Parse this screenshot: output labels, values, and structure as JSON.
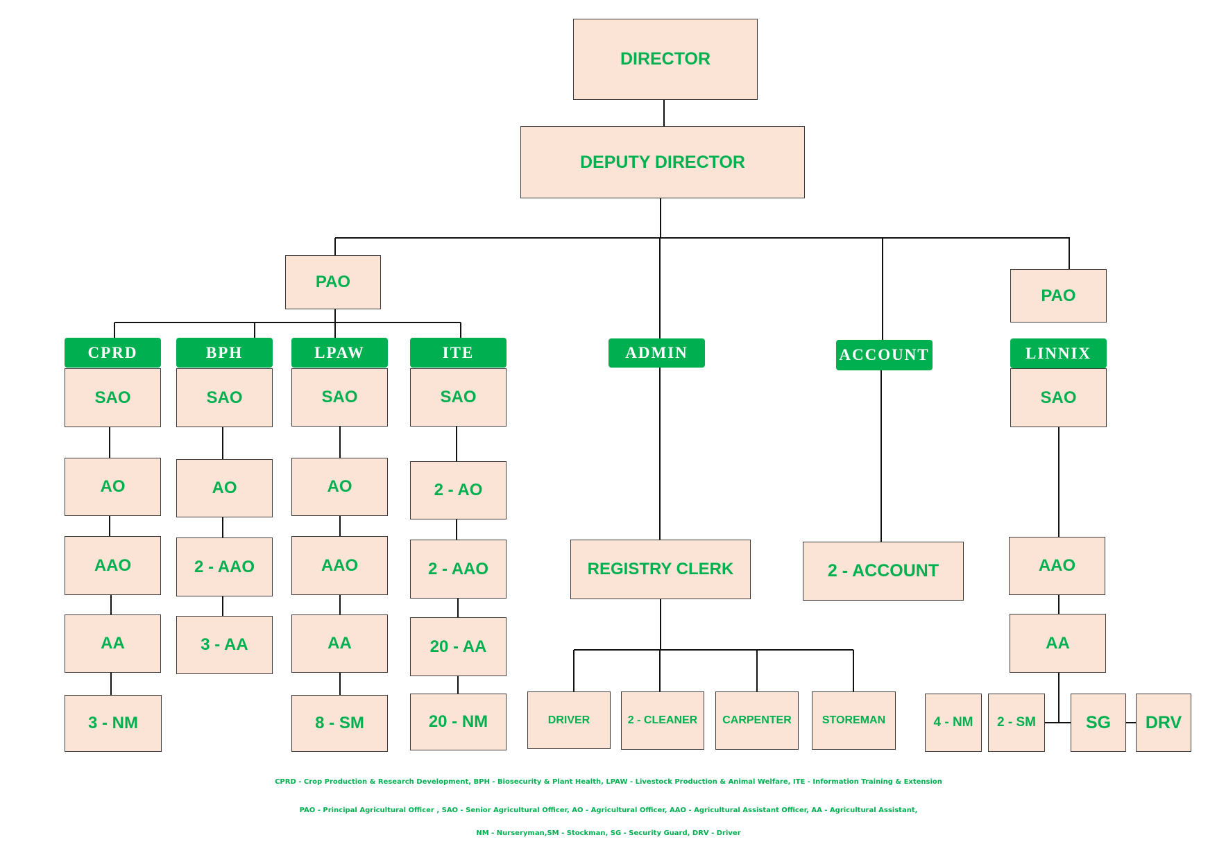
{
  "top": {
    "director": "DIRECTOR",
    "deputy_director": "DEPUTY DIRECTOR",
    "pao_left": "PAO",
    "pao_right": "PAO"
  },
  "divisions": {
    "cprd": {
      "header": "CPRD",
      "levels": [
        "SAO",
        "AO",
        "AAO",
        "AA",
        "3 - NM"
      ]
    },
    "bph": {
      "header": "BPH",
      "levels": [
        "SAO",
        "AO",
        "2 - AAO",
        "3 - AA"
      ]
    },
    "lpaw": {
      "header": "LPAW",
      "levels": [
        "SAO",
        "AO",
        "AAO",
        "AA",
        "8 - SM"
      ]
    },
    "ite": {
      "header": "ITE",
      "levels": [
        "SAO",
        "2 - AO",
        "2 - AAO",
        "20 - AA",
        "20 - NM"
      ]
    },
    "admin": {
      "header": "ADMIN",
      "registry_clerk": "REGISTRY CLERK",
      "staff": [
        "DRIVER",
        "2 - CLEANER",
        "CARPENTER",
        "STOREMAN"
      ]
    },
    "account": {
      "header": "ACCOUNT",
      "account_staff": "2 - ACCOUNT"
    },
    "linnix": {
      "header": "LINNIX",
      "levels": [
        "SAO",
        "AAO",
        "AA"
      ],
      "staff": [
        "4 - NM",
        "2 - SM",
        "SG",
        "DRV"
      ]
    }
  },
  "legend": {
    "line1": "CPRD  - Crop Production & Research Development, BPH - Biosecurity & Plant Health, LPAW - Livestock Production & Animal Welfare, ITE - Information Training & Extension",
    "line2": "PAO - Principal Agricultural Officer , SAO - Senior Agricultural Officer, AO - Agricultural Officer, AAO - Agricultural Assistant Officer, AA - Agricultural Assistant,",
    "line3": "NM - Nurseryman,SM - Stockman, SG - Security Guard, DRV - Driver"
  },
  "colors": {
    "box_fill": "#fbe4d5",
    "text_green": "#00b050",
    "header_fill": "#00b050",
    "line": "#111111"
  }
}
